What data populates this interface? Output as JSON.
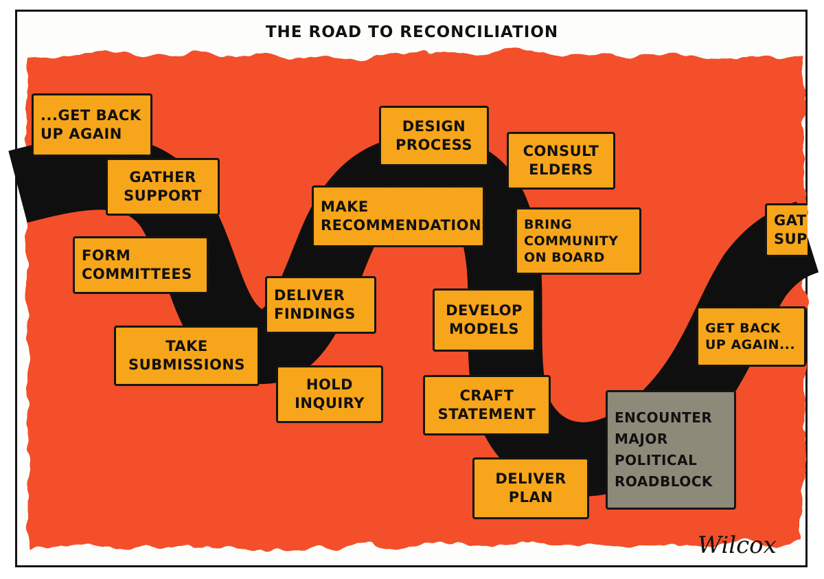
{
  "title": "THE ROAD TO RECONCILIATION",
  "signature": "Wilcox",
  "colors": {
    "background": "#f2502a",
    "sign": "#f7a51a",
    "road": "#111111",
    "roadblock": "#8e8a79"
  },
  "signs": [
    {
      "line1": "...GET BACK",
      "line2": "UP AGAIN"
    },
    {
      "line1": "GATHER",
      "line2": "SUPPORT"
    },
    {
      "line1": "FORM",
      "line2": "COMMITTEES"
    },
    {
      "line1": "TAKE",
      "line2": "SUBMISSIONS"
    },
    {
      "line1": "DELIVER",
      "line2": "FINDINGS"
    },
    {
      "line1": "HOLD",
      "line2": "INQUIRY"
    },
    {
      "line1": "MAKE",
      "line2": "RECOMMENDATIONS"
    },
    {
      "line1": "DESIGN",
      "line2": "PROCESS"
    },
    {
      "line1": "CONSULT",
      "line2": "ELDERS"
    },
    {
      "line1": "BRING",
      "line2": "COMMUNITY",
      "line3": "ON BOARD"
    },
    {
      "line1": "DEVELOP",
      "line2": "MODELS"
    },
    {
      "line1": "CRAFT",
      "line2": "STATEMENT"
    },
    {
      "line1": "DELIVER",
      "line2": "PLAN"
    },
    {
      "line1": "ENCOUNTER",
      "line2": "MAJOR",
      "line3": "POLITICAL",
      "line4": "ROADBLOCK"
    },
    {
      "line1": "GET BACK",
      "line2": "UP AGAIN..."
    },
    {
      "line1": "GATH",
      "line2": "SUP"
    }
  ]
}
